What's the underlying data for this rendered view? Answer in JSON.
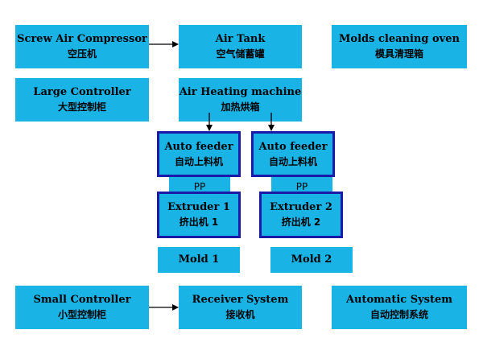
{
  "nodes": {
    "screw_air_compressor": {
      "en": "Screw Air Compressor",
      "zh": "空压机"
    },
    "air_tank": {
      "en": "Air Tank",
      "zh": "空气储蓄罐"
    },
    "molds_cleaning_oven": {
      "en": "Molds cleaning oven",
      "zh": "模具清理箱"
    },
    "large_controller": {
      "en": "Large Controller",
      "zh": "大型控制柜"
    },
    "air_heating_machine": {
      "en": "Air Heating machine",
      "zh": "加热烘箱"
    },
    "auto_feeder_1": {
      "en": "Auto feeder",
      "zh": "自动上料机"
    },
    "auto_feeder_2": {
      "en": "Auto feeder",
      "zh": "自动上料机"
    },
    "pp_1": {
      "label": "PP"
    },
    "pp_2": {
      "label": "PP"
    },
    "extruder_1": {
      "en": "Extruder 1",
      "zh": "挤出机 1"
    },
    "extruder_2": {
      "en": "Extruder 2",
      "zh": "挤出机 2"
    },
    "mold_1": {
      "en": "Mold 1"
    },
    "mold_2": {
      "en": "Mold 2"
    },
    "small_controller": {
      "en": "Small Controller",
      "zh": "小型控制柜"
    },
    "receiver_system": {
      "en": "Receiver System",
      "zh": "接收机"
    },
    "automatic_system": {
      "en": "Automatic System",
      "zh": "自动控制系统"
    }
  },
  "colors": {
    "box_fill": "#1ab3e6",
    "outline": "#1a1aa8",
    "arrow": "#000000"
  }
}
